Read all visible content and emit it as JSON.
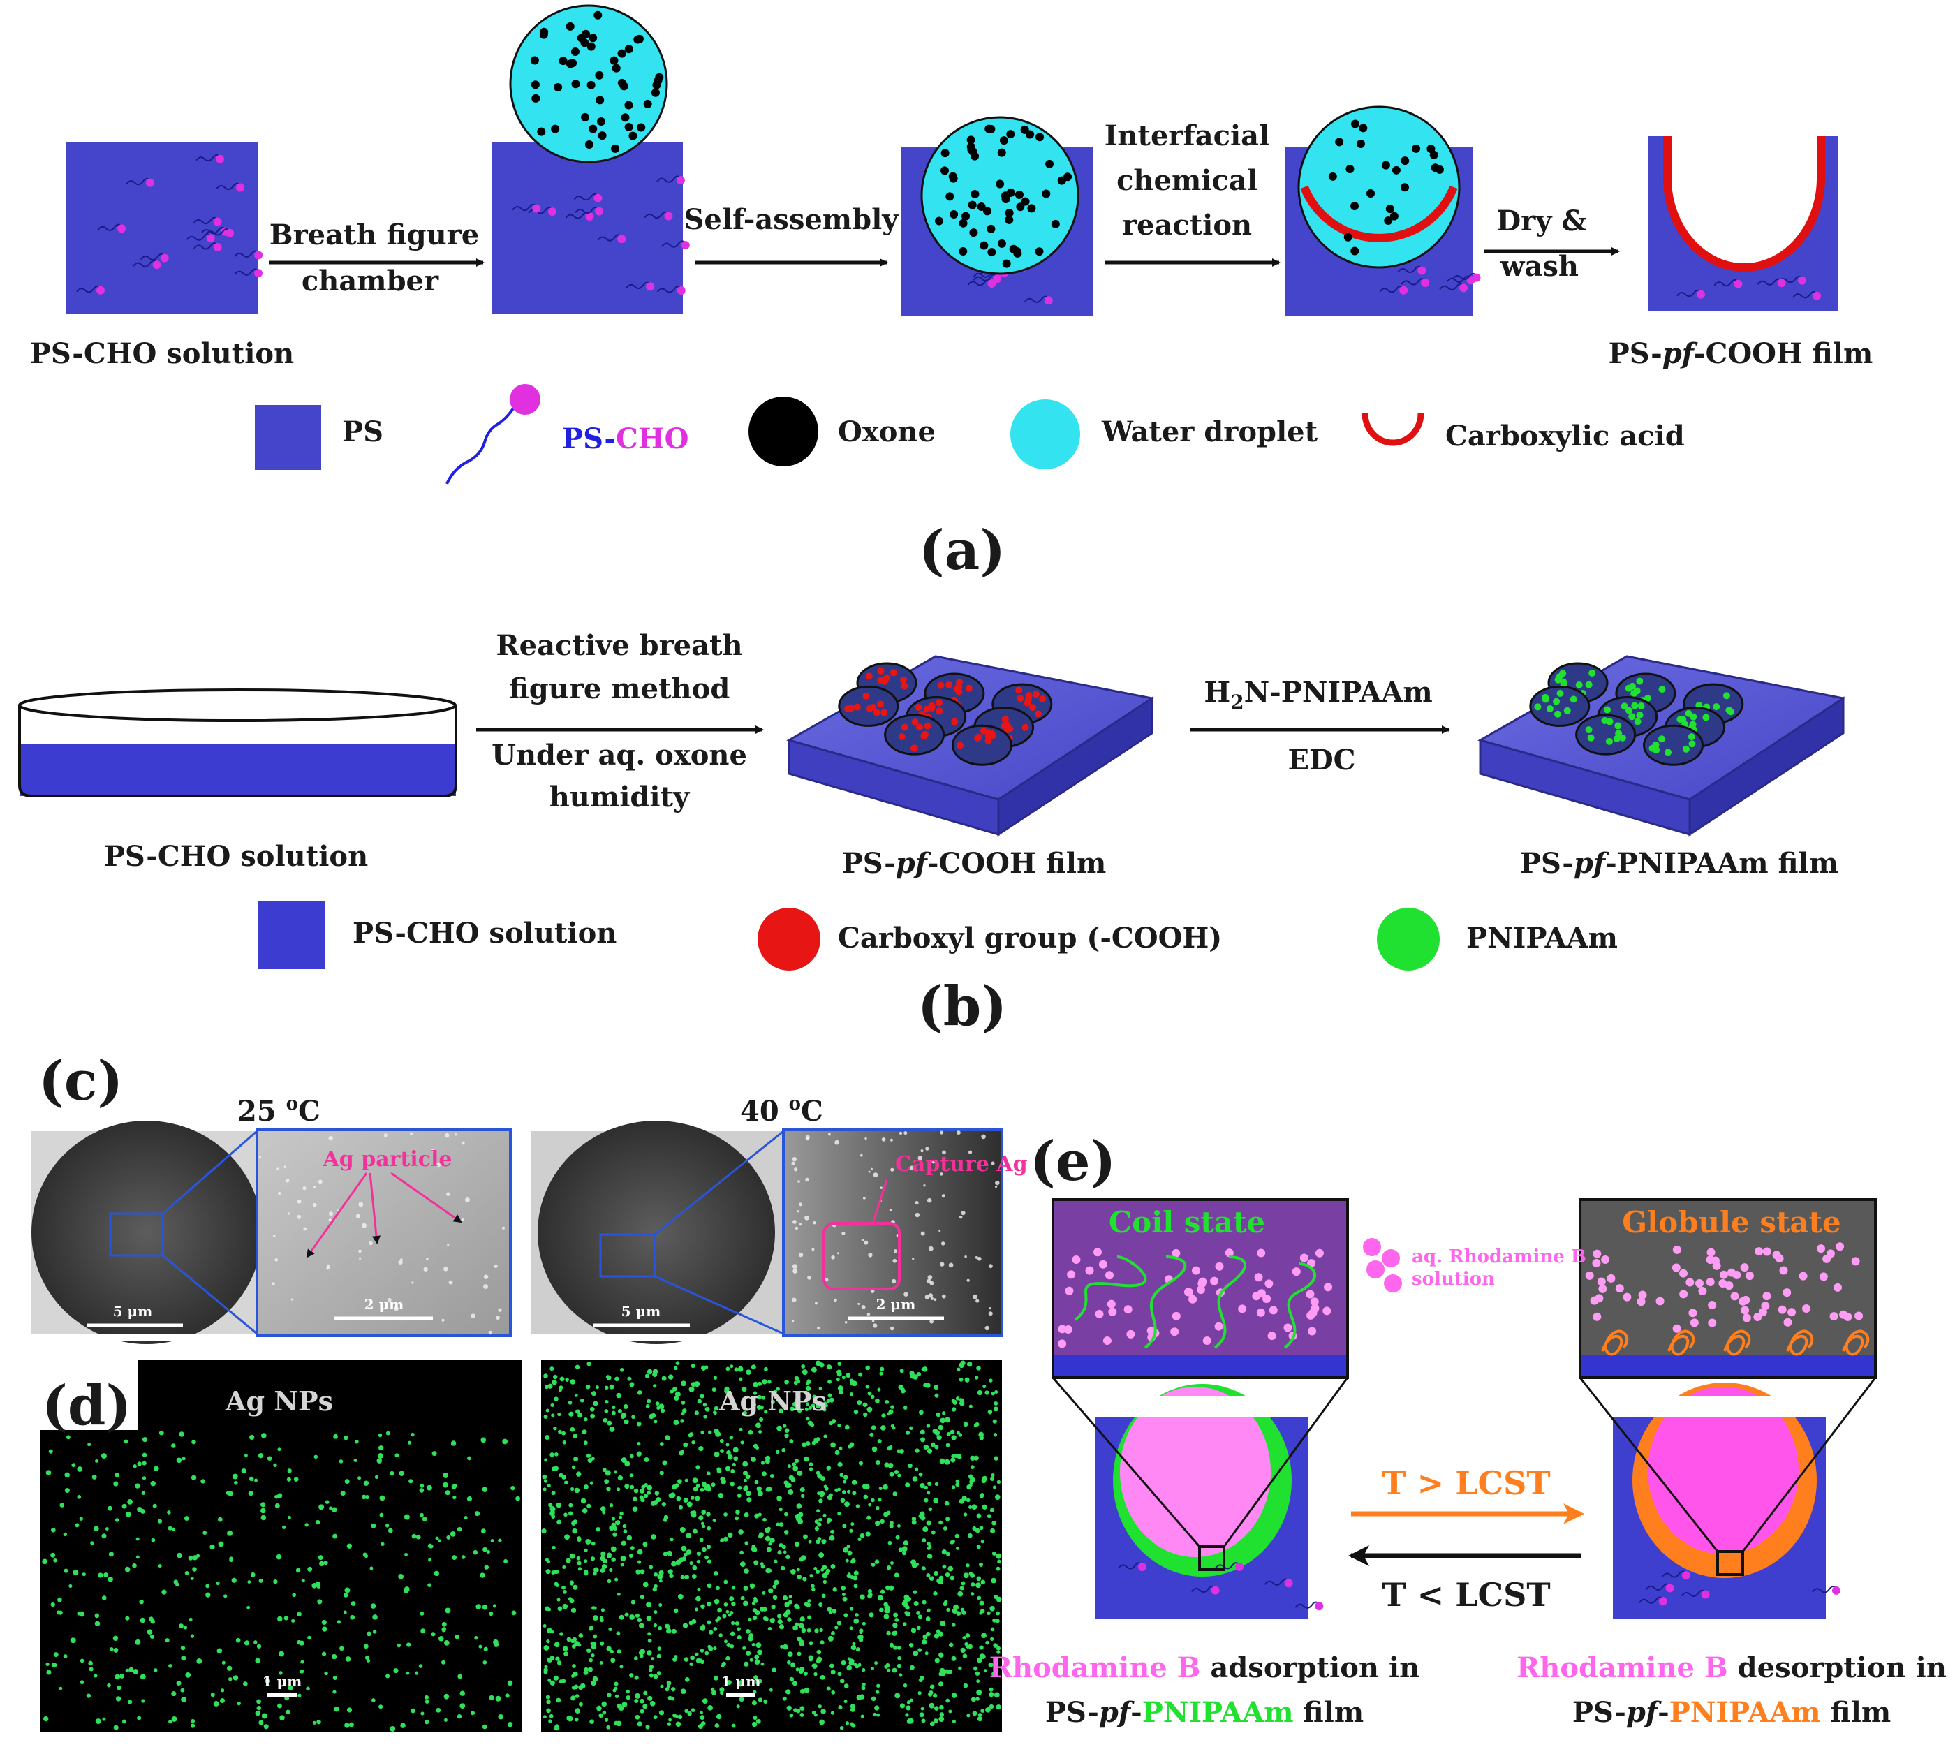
{
  "panel_a": {
    "label": "(a)",
    "start_caption": "PS-CHO solution",
    "arrows": [
      {
        "lines": [
          "Breath figure",
          "chamber"
        ]
      },
      {
        "lines": [
          "Self-assembly"
        ]
      },
      {
        "lines": [
          "Interfacial",
          "chemical",
          "reaction"
        ]
      },
      {
        "lines": [
          "Dry &",
          "wash"
        ]
      }
    ],
    "end_caption": {
      "pre": "PS-",
      "it": "pf",
      "post": "-COOH film"
    },
    "legend": {
      "ps": "PS",
      "pscho_a": "PS-",
      "pscho_b": "CHO",
      "oxone": "Oxone",
      "water": "Water droplet",
      "acid": "Carboxylic acid"
    }
  },
  "panel_b": {
    "label": "(b)",
    "caption_1": "PS-CHO solution",
    "arrow1_top": [
      "Reactive breath",
      "figure method"
    ],
    "arrow1_bottom": [
      "Under aq. oxone",
      "humidity"
    ],
    "caption_2": {
      "pre": "PS-",
      "it": "pf",
      "post": "-COOH film"
    },
    "arrow2_top": {
      "a": "H",
      "sub": "2",
      "b": "N-PNIPAAm"
    },
    "arrow2_bottom": "EDC",
    "caption_3": {
      "pre": "PS-",
      "it": "pf",
      "post": "-PNIPAAm film"
    },
    "legend": {
      "solution": "PS-CHO solution",
      "carboxyl": "Carboxyl group (-COOH)",
      "pnipaam": "PNIPAAm"
    }
  },
  "panel_c": {
    "label": "(c)",
    "temp_left": {
      "value": "25 ",
      "sup": "o",
      "unit": "C"
    },
    "temp_right": {
      "value": "40 ",
      "sup": "o",
      "unit": "C"
    },
    "ann_left": "Ag particle",
    "ann_right": "Capture Ag",
    "scale_5": "5 μm",
    "scale_2": "2 μm"
  },
  "panel_d": {
    "label": "(d)",
    "map_label": "Ag NPs",
    "scale_1": "1 μm"
  },
  "panel_e": {
    "label": "(e)",
    "coil": "Coil state",
    "globule": "Globule state",
    "solution": [
      "aq. Rhodamine B",
      "solution"
    ],
    "fwd": "T > LCST",
    "rev": "T < LCST",
    "cap_left": {
      "rb": "Rhodamine B",
      "rest": " adsorption in",
      "pre": "PS-",
      "it": "pf",
      "dash": "-",
      "pn": "PNIPAAm",
      "post": " film"
    },
    "cap_right": {
      "rb": "Rhodamine B",
      "rest": " desorption in",
      "pre": "PS-",
      "it": "pf",
      "dash": "-",
      "pn": "PNIPAAm",
      "post": " film"
    }
  },
  "colors": {
    "ps": "#4545cc",
    "cho": "#e030e0",
    "water": "#33e3f0",
    "acid": "#e01010",
    "carboxyl": "#e81515",
    "pnipaam": "#20e030",
    "rhodamine": "#ff66ee",
    "globule": "#ff7f1e",
    "coil_bg": "#7a3fa3",
    "globule_bg": "#595959"
  }
}
